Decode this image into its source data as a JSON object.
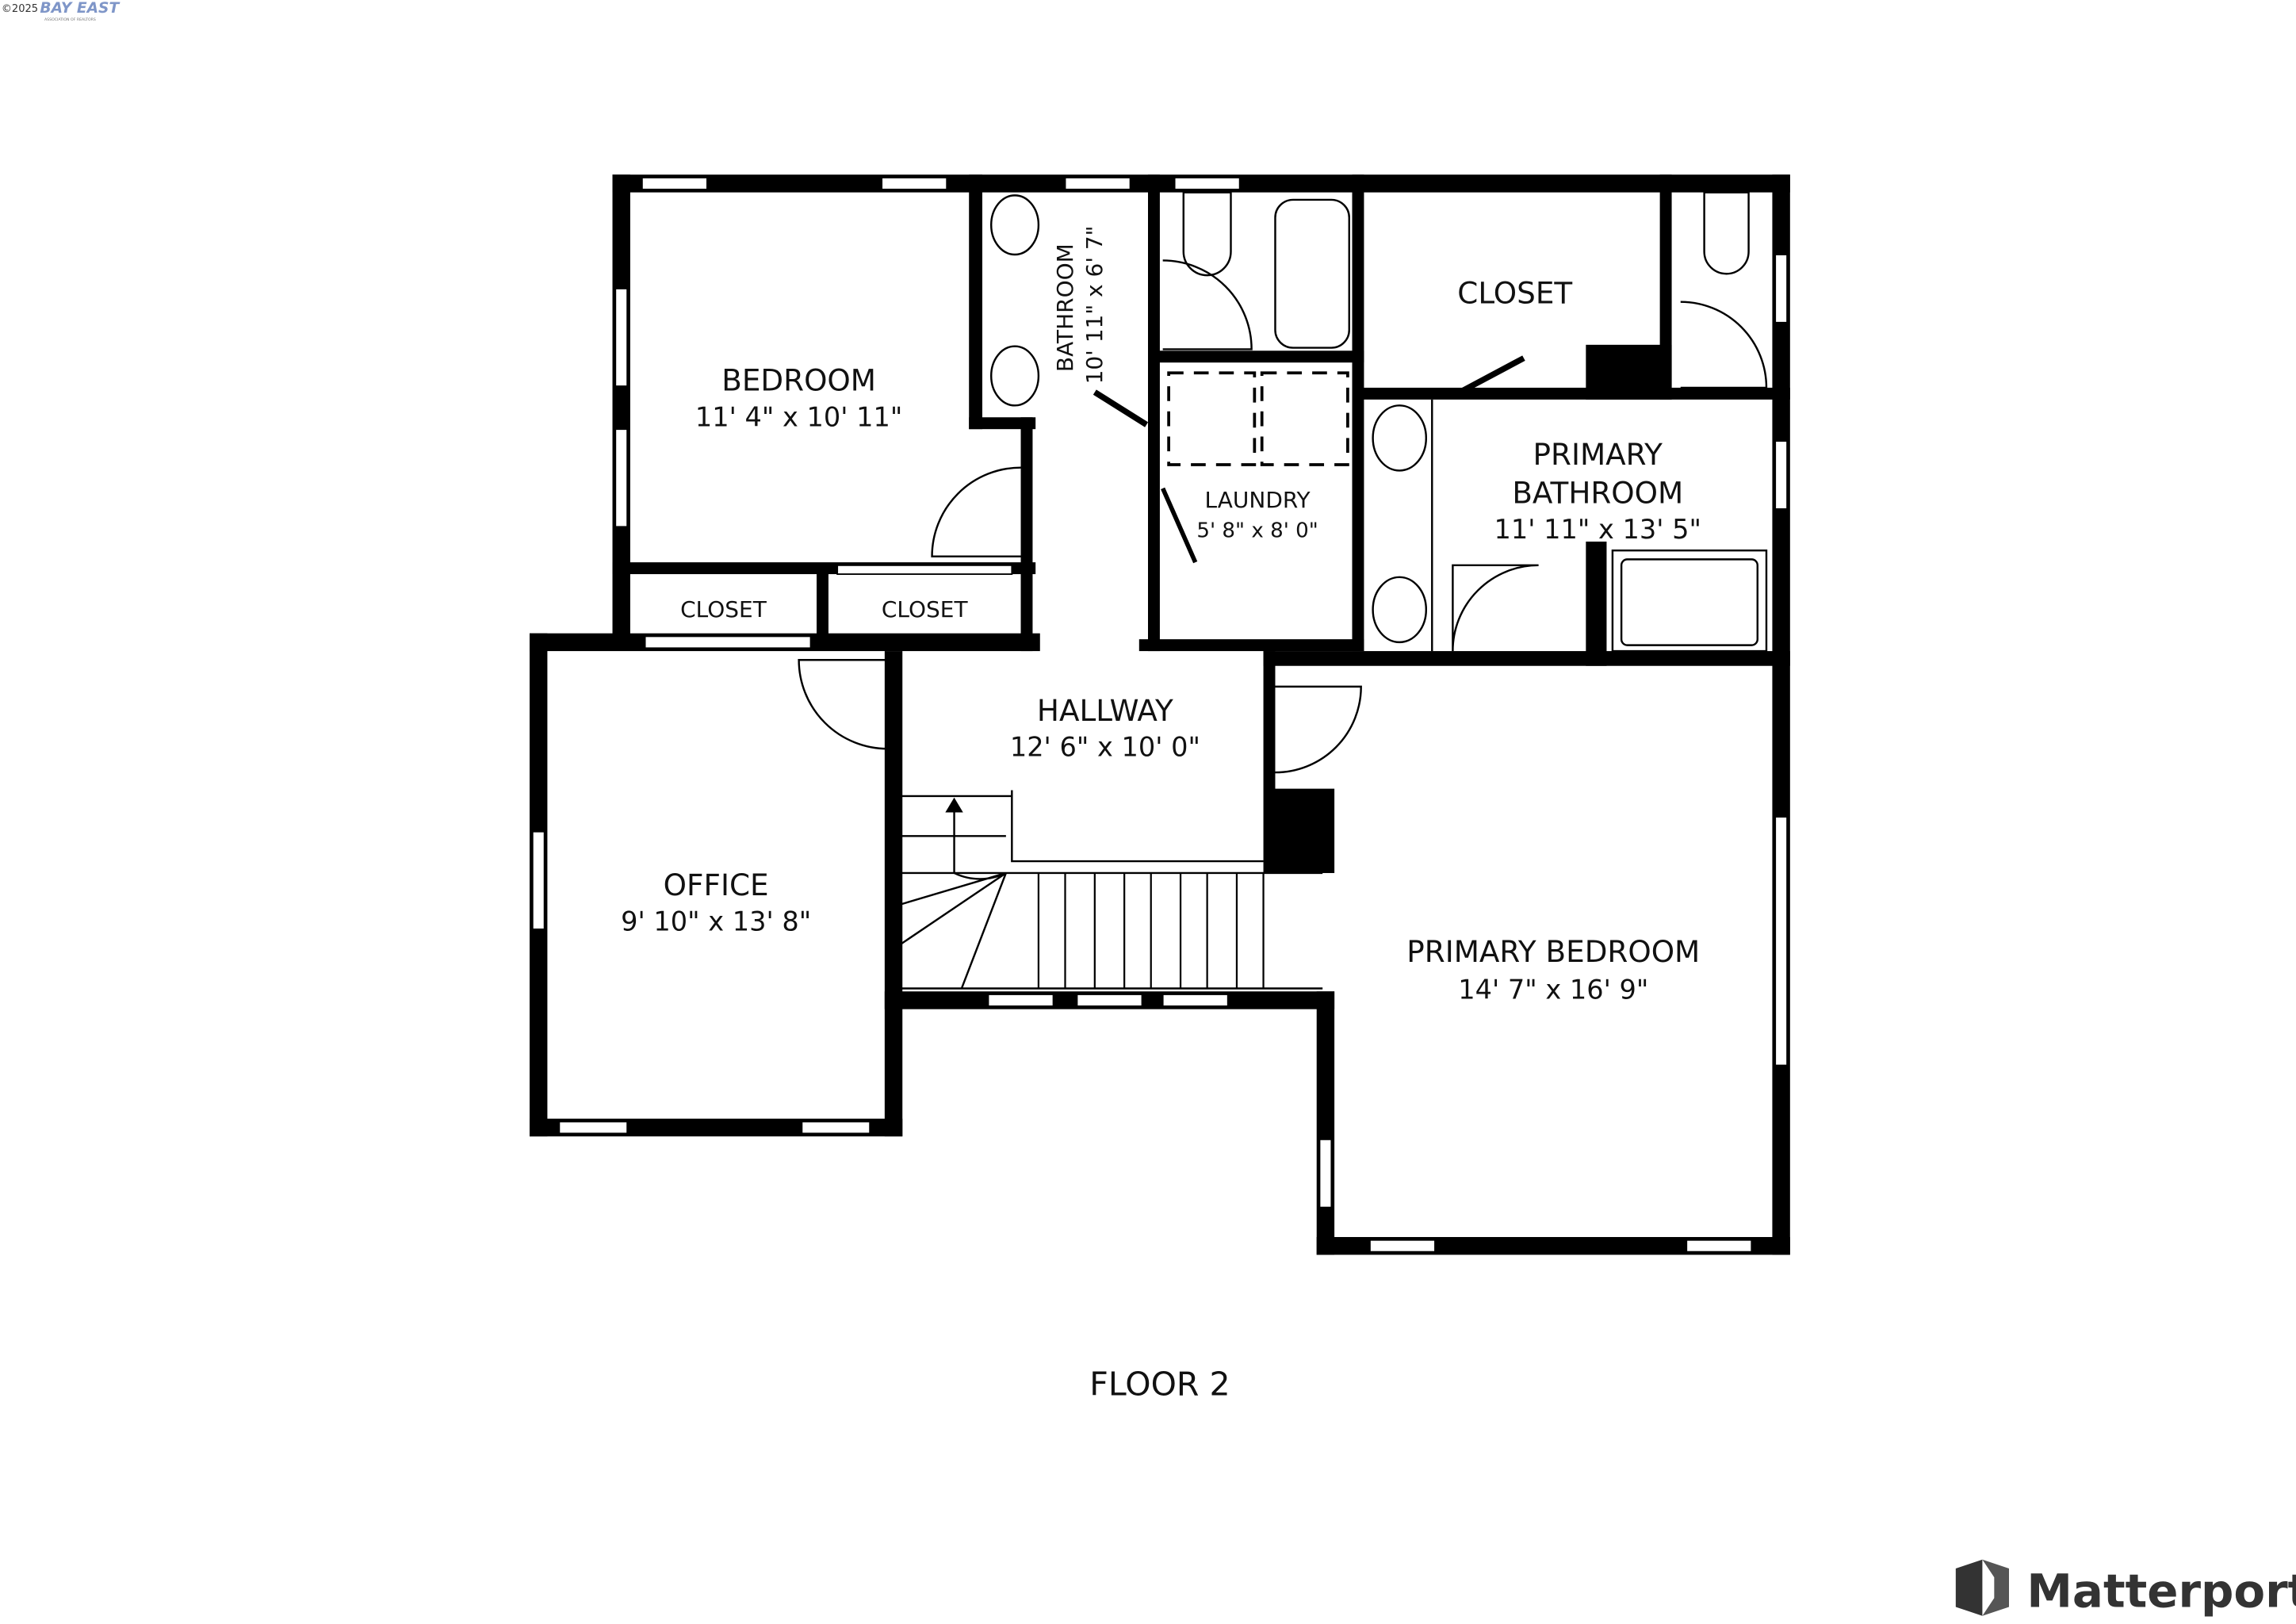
{
  "watermark": {
    "copyright": "©2025",
    "brand": "BAY EAST",
    "tagline": "ASSOCIATION OF REALTORS"
  },
  "rooms": [
    {
      "name": "BEDROOM",
      "size": "11' 4\" x 10' 11\""
    },
    {
      "name": "BATHROOM",
      "size": "10' 11\" x 6' 7\""
    },
    {
      "name": "LAUNDRY",
      "size": "5' 8\" x 8' 0\""
    },
    {
      "name": "CLOSET",
      "size": ""
    },
    {
      "name": "PRIMARY BATHROOM",
      "size": "11' 11\" x 13' 5\""
    },
    {
      "name": "CLOSET",
      "size": ""
    },
    {
      "name": "CLOSET",
      "size": ""
    },
    {
      "name": "HALLWAY",
      "size": "12' 6\" x 10' 0\""
    },
    {
      "name": "OFFICE",
      "size": "9' 10\" x 13' 8\""
    },
    {
      "name": "PRIMARY BEDROOM",
      "size": "14' 7\" x 16' 9\""
    }
  ],
  "primary_bathroom_lines": [
    "PRIMARY",
    "BATHROOM"
  ],
  "floor_label": "FLOOR 2",
  "logo": {
    "text": "Matterport",
    "icon": "matterport-logo-icon"
  }
}
